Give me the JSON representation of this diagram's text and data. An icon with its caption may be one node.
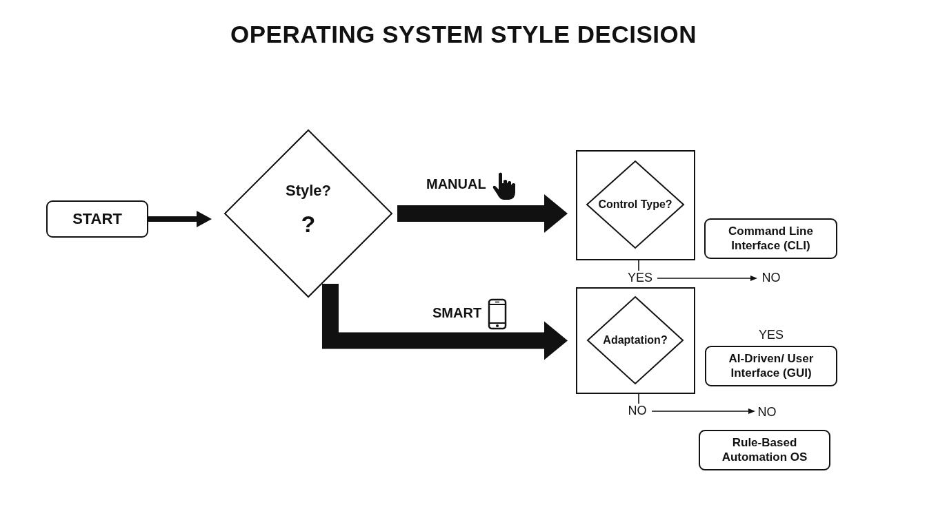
{
  "diagram": {
    "title": "OPERATING SYSTEM STYLE DECISION",
    "nodes": [
      {
        "text": [
          "START"
        ]
      },
      {
        "text": [
          "Style?",
          "?"
        ]
      },
      {
        "text": [],
        "shape": "box"
      },
      {
        "text": [
          "Control Type?"
        ],
        "in": 2
      },
      {
        "text": [
          "Command Line Interface (CLI)"
        ]
      },
      {
        "text": [],
        "shape": "box"
      },
      {
        "text": [
          "Adaptation?"
        ],
        "in": 5
      },
      {
        "text": [
          "AI-Driven/ User Interface (GUI)"
        ],
        "beside": [
          "YES"
        ]
      },
      {
        "text": [
          "Rule-Based Automation OS"
        ]
      },
      {
        "text": [
          "YES"
        ]
      },
      {
        "text": [
          "NO"
        ]
      },
      {
        "text": [
          "NO"
        ]
      },
      {
        "text": [
          "NO"
        ]
      }
    ],
    "edges": [
      {
        "from": 0,
        "to": 1,
        "arrow": "to",
        "style": "thick"
      },
      {
        "from": 1,
        "to": 2,
        "arrow": "to",
        "style": "thick",
        "label": "MANUAL"
      },
      {
        "from": 1,
        "to": 5,
        "arrow": "to",
        "style": "thick",
        "label": "SMART"
      },
      {
        "from": 2,
        "to": 9,
        "arrow": "none"
      },
      {
        "from": 9,
        "to": 10,
        "arrow": "to"
      },
      {
        "from": 5,
        "to": 11,
        "arrow": "none"
      },
      {
        "from": 11,
        "to": 12,
        "arrow": "to"
      }
    ]
  }
}
